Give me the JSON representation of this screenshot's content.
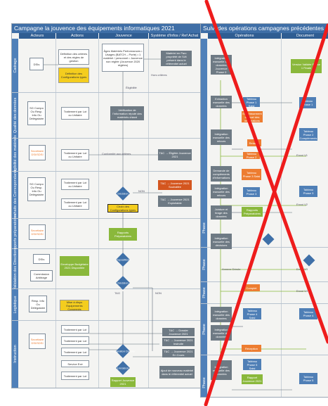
{
  "left": {
    "title": "Campagne la jouvence des équipements informatiques 2021",
    "columns": [
      "Acteurs",
      "Actions",
      "Jouvence",
      "Système d'Infos / Ref Achat"
    ],
    "lanes": [
      "Cadrage",
      "Qualité des données",
      "Éligibilité des matériels",
      "Souhaits des Correspondants",
      "Rapports préparatoires",
      "Validation des Directions",
      "Logistique",
      "Instruction"
    ],
    "nodes": {
      "c1": "DSIs",
      "c2": "Définition des critères et des règles de gestion",
      "c3": "Définition des Configurations types",
      "c4": "Âges Matériels Performances • Usages (BATCH – Porte) • 1 matériel / personnel • Jouvence non réglée (Jouvence 2020 réglées)",
      "c5": "Matériel en Parc propriété de l'Uti présent dans le référentiel actuel",
      "q1": "SG Compo Ou Resp. Info Ou Délégataire",
      "q2": "Traitement par Lot ou Unitaire",
      "q3": "Vérification de l'information réputé des matériels chiant",
      "e1": "Secrétaire DSI/SDSI",
      "e2": "Traitement par Lot ou Unitaire",
      "e3": "T&C → Éligible Jouvence 2021",
      "s1": "SG Compo Ou Resp. Info Ou Délégataire",
      "s2": "Traitement par Lot ou Unitaire",
      "s3": "Traitement par Lot ou Unitaire",
      "s4": "Décision",
      "s5": "Choix des Configurations types",
      "s6": "T&C → Jouvence 2021 Souhaitée",
      "s7": "T&C → Jouvence 2021 Exploitable",
      "r1": "Secrétaire DSI/SDSI",
      "r2": "Rapports Préparatoires",
      "v1": "DSIs",
      "v2": "Commission Arbitrage",
      "v3": "Enveloppe Budgétaire 2021 Disponible",
      "v4": "Propositions",
      "v5": "Décision",
      "l1": "Resp. Info Ou Délégataire",
      "l2": "Mise à dispo Equipements Concernés",
      "i1": "Secrétaire DSI/SDSI",
      "i2": "Traitement par Lot",
      "i3": "Traitement par Lot",
      "i4": "Traitement par Lot",
      "i5": "Service Exé",
      "i6": "Traitement par Lot",
      "i7": "Préparation Dossier",
      "i8": "Livraison",
      "i9": "Rapport Jouvence 2021",
      "i10": "T&C → Dossier Jouvence 2021",
      "i11": "T&C → Jouvence 2021 Instruite",
      "i12": "T&C → Jouvence 2021 En Cours",
      "i13": "Ajout de nouveau matériel dans le référentiel actuel"
    },
    "notes": [
      "Hors critères",
      "Éligibilité",
      "Conformité aux critères",
      "NON",
      "TAG",
      "NON"
    ]
  },
  "right": {
    "title": "Suivi des opérations campagnes précédentes",
    "columns": [
      "Opérations",
      "Document"
    ],
    "lanes": [
      "Phase",
      "Phase",
      "Phase",
      "Phase",
      "Phase"
    ],
    "nodes": {
      "a1": "Intégration manuelle des données Jouvence Phase 0",
      "a2": "Extraction manuelle des données",
      "a3": "Tableau Phase 1 Saisi",
      "a4": "Tableau Phase 1",
      "a5": "Enrichissement manuel des informations",
      "a6": "Intégration manuelle des retours",
      "a7": "Tableau Phase 2 Compléments",
      "a8": "Relance",
      "a9": "Tableau Phase 2",
      "a10": "Demande de compléments d'informations",
      "a11": "Intégration manuelle des retours",
      "a12": "Tableau Phase 3 Saisi",
      "a13": "Tableau Phase 3",
      "a14": "Tableau Phase 3",
      "a15": "Jointure et tirage des données",
      "a16": "Rapports Préparatoires",
      "a17": "Intégration manuelle des décisions",
      "a18": "Intégration manuelle des données",
      "a19": "Tableau Phase 4 Saisi",
      "a20": "Tableau Phase 4",
      "a21": "Intégration manuelle des données",
      "a22": "Réception",
      "a23": "Intégration manuelle des données",
      "a24": "Tableau Phase 5 Saisi",
      "a25": "Tableau Phase 5",
      "a26": "Rapport Jouvence 2021",
      "a27": "Version Validée Phase 1 Finale"
    },
    "notes": [
      "Envoi V1",
      "Envoi V2",
      "Envoi V3",
      "Envoi V4",
      "Annexe Dérole",
      "Complet"
    ]
  },
  "overlay": {
    "color": "#ee1c1c"
  }
}
